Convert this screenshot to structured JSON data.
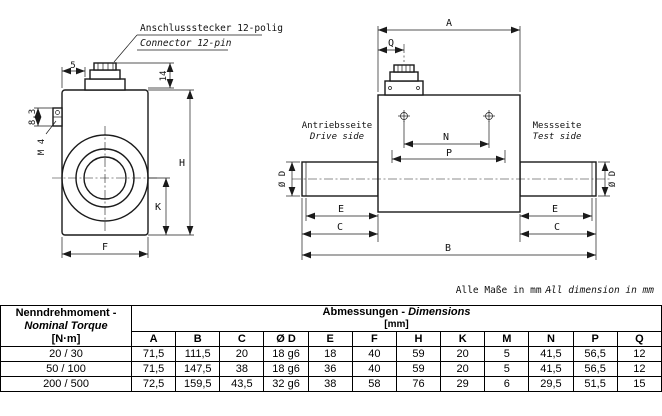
{
  "drawing": {
    "connector_label": {
      "de": "Anschlussstecker 12-polig",
      "en": "Connector 12-pin"
    },
    "drive_side": {
      "de": "Antriebsseite",
      "en": "Drive side"
    },
    "test_side": {
      "de": "Messseite",
      "en": "Test side"
    },
    "note": {
      "de": "Alle Maße in mm -",
      "en": "All dimension in mm"
    },
    "dims": {
      "five": "5",
      "eight_three": "8,3",
      "m4": "M 4",
      "fourteen": "14",
      "H": "H",
      "K": "K",
      "F": "F",
      "A": "A",
      "Q": "Q",
      "N": "N",
      "P": "P",
      "B": "B",
      "E": "E",
      "C": "C",
      "OD": "Ø D"
    }
  },
  "table": {
    "torque_header": {
      "line1": "Nenndrehmoment -",
      "line2": "Nominal Torque",
      "line3": "[N·m]"
    },
    "dims_header": {
      "de": "Abmessungen - ",
      "en": "Dimensions",
      "unit": "[mm]"
    },
    "columns": [
      "A",
      "B",
      "C",
      "Ø D",
      "E",
      "F",
      "H",
      "K",
      "M",
      "N",
      "P",
      "Q"
    ],
    "rows": [
      {
        "torque": "20 / 30",
        "values": [
          "71,5",
          "111,5",
          "20",
          "18 g6",
          "18",
          "40",
          "59",
          "20",
          "5",
          "41,5",
          "56,5",
          "12"
        ]
      },
      {
        "torque": "50 / 100",
        "values": [
          "71,5",
          "147,5",
          "38",
          "18 g6",
          "36",
          "40",
          "59",
          "20",
          "5",
          "41,5",
          "56,5",
          "12"
        ]
      },
      {
        "torque": "200 / 500",
        "values": [
          "72,5",
          "159,5",
          "43,5",
          "32 g6",
          "38",
          "58",
          "76",
          "29",
          "6",
          "29,5",
          "51,5",
          "15"
        ]
      }
    ]
  }
}
